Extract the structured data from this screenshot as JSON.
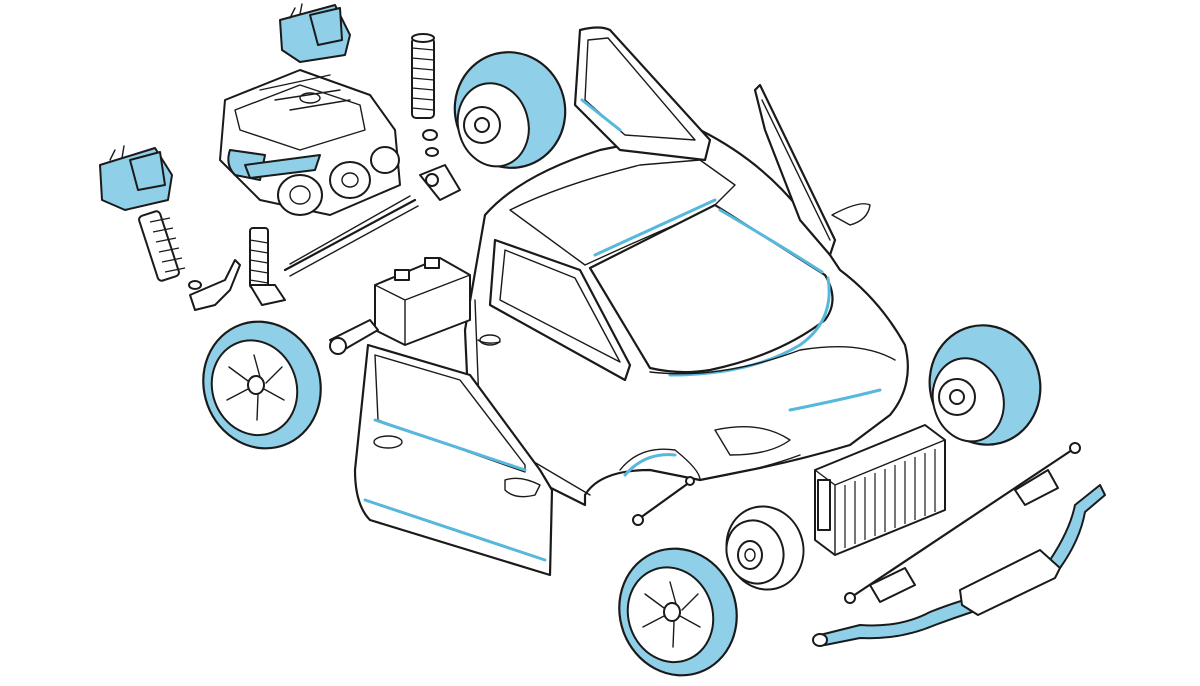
{
  "colors": {
    "ink": "#1a1a1a",
    "accent": "#56b8dc",
    "accent_fill": "#8fd0e8",
    "background": "#ffffff"
  },
  "parts": [
    "car-body",
    "open-front-door",
    "open-rear-door",
    "open-passenger-door",
    "wheels",
    "engine",
    "brake-calipers",
    "shock-absorbers",
    "battery",
    "radiator",
    "brake-disc",
    "drive-shaft",
    "exhaust-system",
    "steering-rod"
  ]
}
